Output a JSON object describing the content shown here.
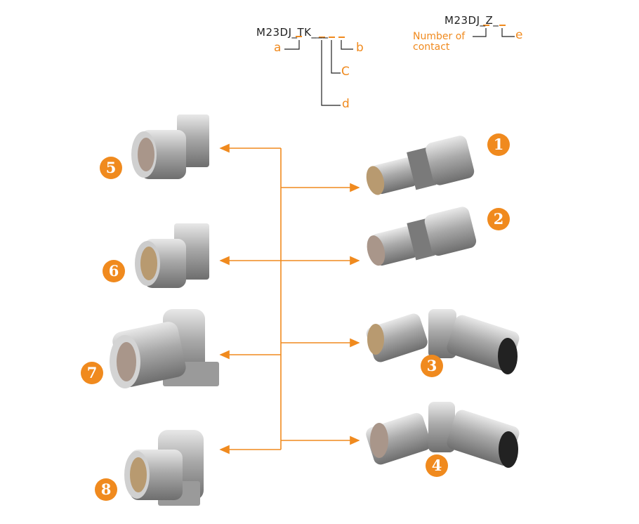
{
  "code_left": {
    "text": "M23DJ_TK___",
    "labels": {
      "a": "a",
      "b": "b",
      "c": "C",
      "d": "d"
    }
  },
  "code_right": {
    "text": "M23DJ_Z_",
    "number_of_contact": [
      "Number of",
      "contact"
    ],
    "e": "e"
  },
  "badges": [
    "1",
    "2",
    "3",
    "4",
    "5",
    "6",
    "7",
    "8"
  ],
  "colors": {
    "accent": "#F08A1E",
    "line": "#222222"
  }
}
